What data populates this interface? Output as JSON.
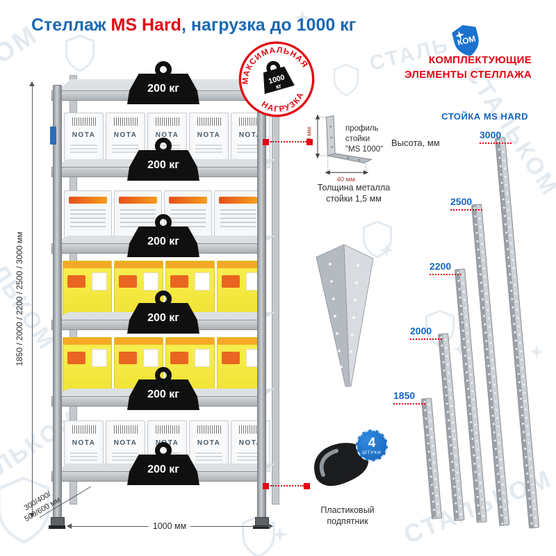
{
  "watermark": {
    "brand": "СТАЛЬКОМ",
    "brand_part1": "СТАЛЬ",
    "brand_part2": "КОМ"
  },
  "title": {
    "part1": "Стеллаж ",
    "part2": "MS Hard",
    "part3": ", нагрузка до 1000 кг"
  },
  "max_load_badge": {
    "arc_top": "МАКСИМАЛЬНАЯ",
    "arc_bottom": "НАГРУЗКА",
    "value": "1000",
    "unit": "кг"
  },
  "shelf_weights": [
    "200 кг",
    "200 кг",
    "200 кг",
    "200 кг",
    "200 кг",
    "200 кг"
  ],
  "rack_dimensions": {
    "height": "1850 / 2000 / 2200 / 2500 / 3000 мм",
    "depth_line1": "300/400/",
    "depth_line2": "500/600 мм",
    "width": "1000 мм"
  },
  "goods": {
    "white_box_label": "NOTA"
  },
  "profile": {
    "line1": "профиль",
    "line2": "стойки",
    "line3": "\"MS 1000\"",
    "dim_vertical": "40 мм",
    "dim_horizontal": "40 мм.",
    "thickness_line1": "Толщина металла",
    "thickness_line2": "стойки 1,5 мм"
  },
  "foot": {
    "count": "4",
    "count_unit": "ШТУКИ",
    "label_line1": "Пластиковый",
    "label_line2": "подпятник"
  },
  "components": {
    "heading_line1": "КОМПЛЕКТУЮЩИЕ",
    "heading_line2": "ЭЛЕМЕНТЫ СТЕЛЛАЖА",
    "post_title": "СТОЙКА MS HARD",
    "height_label": "Высота, мм",
    "heights": [
      "3000",
      "2500",
      "2200",
      "2000",
      "1850"
    ]
  }
}
